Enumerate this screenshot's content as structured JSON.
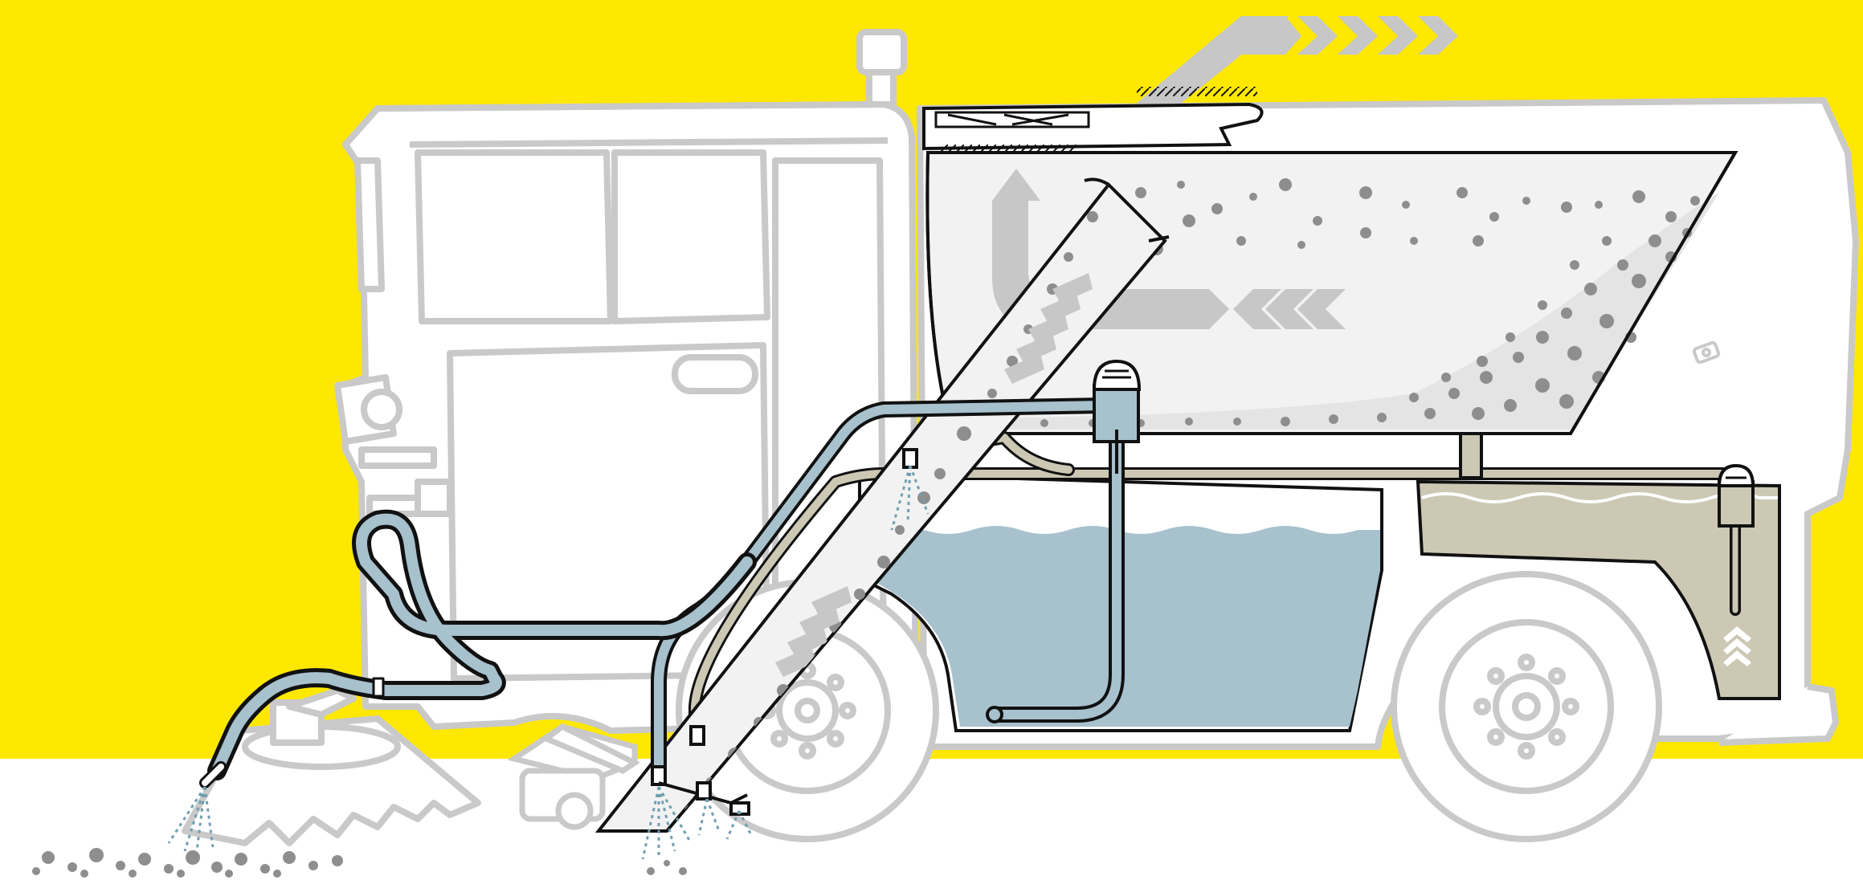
{
  "colors": {
    "background_top": "#ffe800",
    "ground": "#ffffff",
    "vehicle_outline": "#c9c9c9",
    "vehicle_fill": "#ffffff",
    "hopper_fill": "#f2f2f2",
    "line_dark": "#111111",
    "clean_water": "#a7c1cd",
    "recycled_water": "#ccc8b4",
    "debris": "#8e8e8e",
    "arrow_gray": "#c7c7c7",
    "spray": "#6f9fb0"
  },
  "components": {
    "cab": "driver-cab",
    "hopper": "debris-hopper",
    "suction_shaft": "suction-shaft",
    "clean_water_tank": "clean-water-tank",
    "recycling_water_tank": "recycling-water-tank",
    "hand_hose": "hand-suction-hose",
    "side_brush": "side-brush",
    "front_wheel": "front-wheel",
    "rear_wheel": "rear-wheel"
  },
  "icons": {
    "airflow_arrows": "chevron-right-icon",
    "suction_arrows": "chevron-up-icon",
    "exhaust_arrow": "arrow-up-icon",
    "pump_left": "water-pump-icon",
    "pump_right": "recycling-pump-icon"
  }
}
